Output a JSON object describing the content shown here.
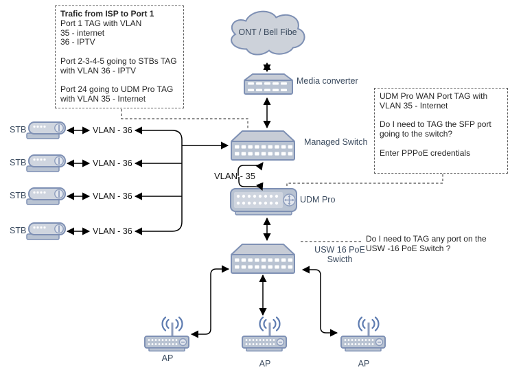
{
  "notes": {
    "isp": {
      "lines": [
        "Trafic from ISP to Port 1",
        "Port 1 TAG with VLAN",
        "35 - internet",
        "36 - IPTV",
        "",
        "Port 2-3-4-5 going to STBs TAG",
        "with VLAN 36 - IPTV",
        "",
        "Port 24 going to UDM Pro TAG",
        "with VLAN 35 - Internet"
      ]
    },
    "udm": {
      "lines": [
        "UDM Pro WAN Port TAG with",
        "VLAN 35 - Internet",
        "",
        "Do I need to TAG the SFP port",
        "going to the switch?",
        "",
        "Enter PPPoE credentials"
      ]
    },
    "usw": {
      "lines": [
        "Do I need to TAG any port on the",
        "USW -16 PoE Switch ?"
      ]
    }
  },
  "nodes": {
    "cloud_label": "ONT / Bell Fibe",
    "media_converter_label": "Media converter",
    "managed_switch_label": "Managed Switch",
    "udm_pro_label": "UDM Pro",
    "usw_switch_label_line1": "USW 16 PoE",
    "usw_switch_label_line2": "Swicth",
    "stb_label": "STB",
    "ap_label": "AP"
  },
  "edges": {
    "vlan36_label": "VLAN - 36",
    "vlan35_label": "VLAN - 35"
  },
  "colors": {
    "device_stroke": "#7e90b4",
    "device_fill": "#b9c3d2",
    "device_fill_light": "#cfd5df",
    "device_top": "#c7ccd6",
    "cloud_fill": "#cdd2da",
    "accent_detail": "#8d9dbd",
    "wave": "#5d7bb0",
    "label": "#3a4a5e",
    "note_text": "#262626",
    "line": "#000000",
    "dash": "#4a4a4a"
  }
}
